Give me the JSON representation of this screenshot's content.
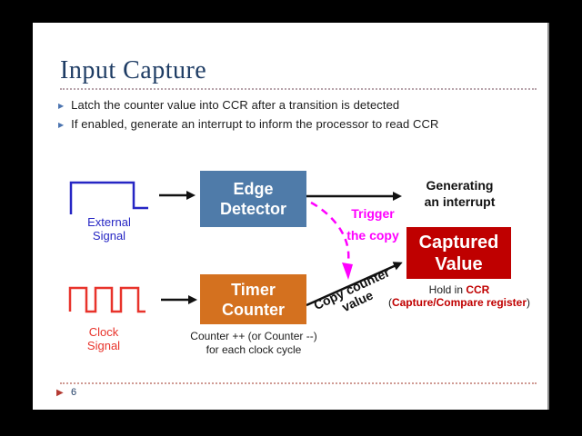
{
  "slide": {
    "title": "Input Capture",
    "bullets": [
      "Latch the counter value into CCR after a transition is detected",
      "If enabled, generate an interrupt to inform the processor to read CCR"
    ],
    "footer": {
      "page_number": "6"
    }
  },
  "diagram": {
    "external_signal": {
      "label": [
        "External",
        "Signal"
      ]
    },
    "clock_signal": {
      "label": [
        "Clock",
        "Signal"
      ]
    },
    "boxes": {
      "edge_detector": {
        "label": [
          "Edge",
          "Detector"
        ],
        "color": "#4f7ba9"
      },
      "timer_counter": {
        "label": [
          "Timer",
          "Counter"
        ],
        "color": "#d4711f"
      },
      "captured_value": {
        "label": [
          "Captured",
          "Value"
        ],
        "color": "#bf0000"
      }
    },
    "annotations": {
      "generating_interrupt": [
        "Generating",
        "an interrupt"
      ],
      "trigger_copy": [
        "Trigger",
        "the copy"
      ],
      "copy_counter": [
        "Copy counter",
        "value"
      ],
      "counter_note": [
        "Counter ++ (or Counter --)",
        "for each clock cycle"
      ],
      "hold_prefix": "Hold in ",
      "hold_register": "CCR",
      "register_open": "(",
      "register_text": "Capture/Compare register",
      "register_close": ")"
    },
    "colors": {
      "signal_blue": "#2626c4",
      "signal_red": "#e8332b",
      "trigger_magenta": "#ff00ff",
      "title_navy": "#1e3c64"
    }
  }
}
